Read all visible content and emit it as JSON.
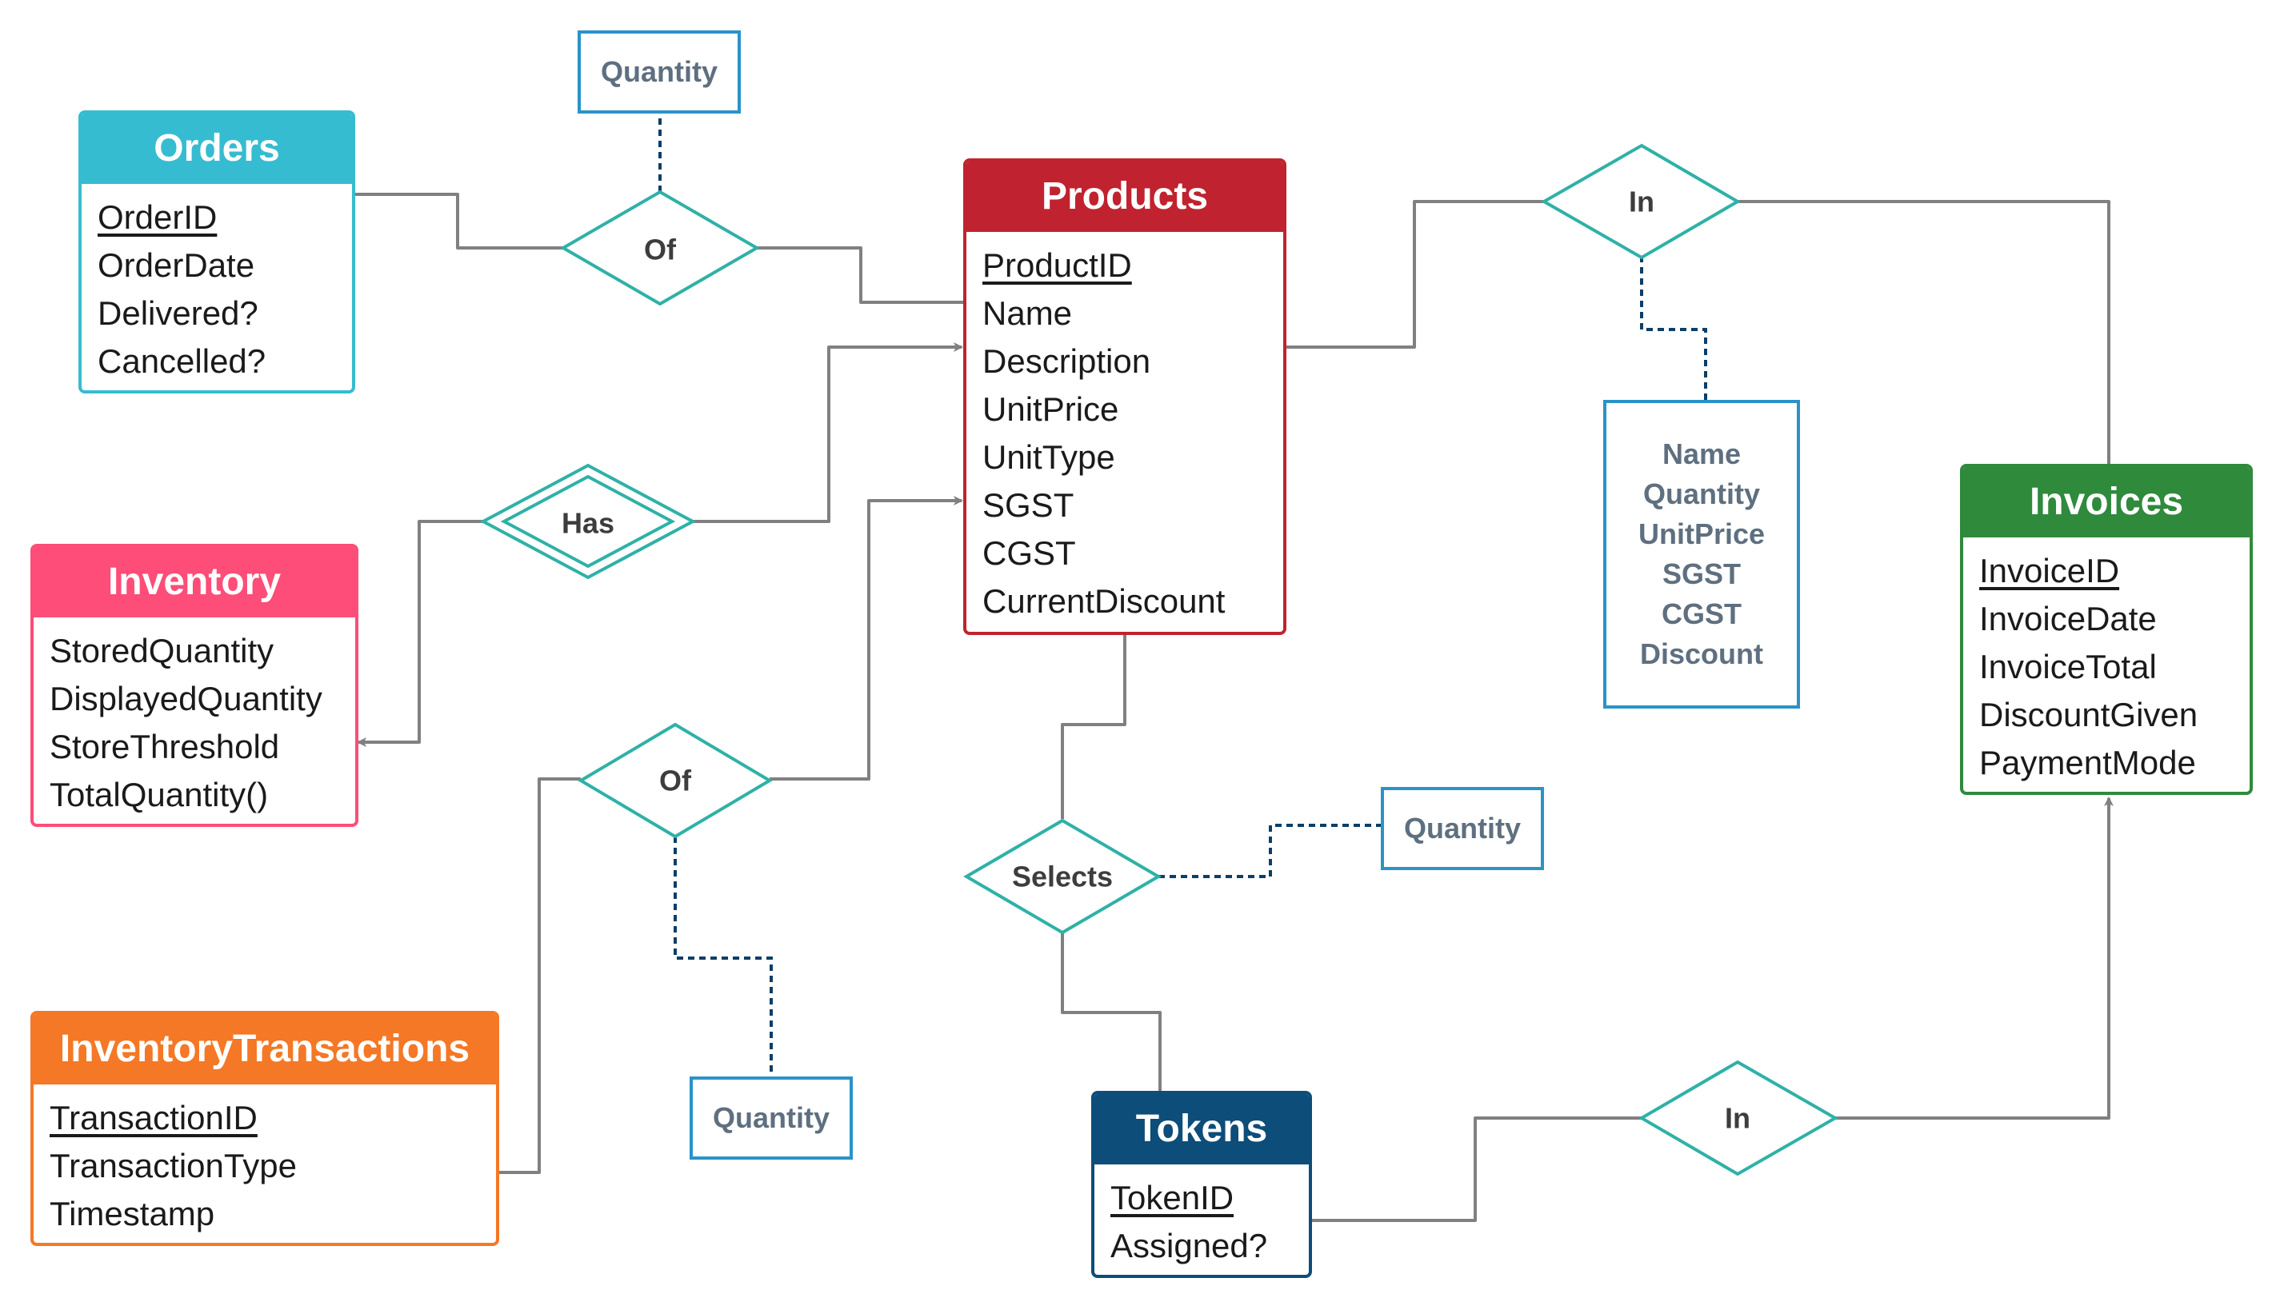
{
  "colors": {
    "orders": "#36bcd0",
    "products": "#c0232f",
    "inventory": "#fd4d78",
    "inventory_transactions": "#f47826",
    "invoices": "#2f8a3c",
    "tokens": "#0d4d79",
    "relationship": "#2fb1a7",
    "attribute_box": "#2a93c9",
    "connector": "#808080",
    "dashed_connector": "#0d3e66"
  },
  "entities": {
    "orders": {
      "title": "Orders",
      "attributes": [
        "OrderID ",
        "OrderDate",
        "Delivered?",
        "Cancelled?"
      ]
    },
    "products": {
      "title": "Products",
      "attributes": [
        "ProductID",
        "Name",
        "Description",
        "UnitPrice",
        "UnitType",
        "SGST",
        "CGST",
        "CurrentDiscount"
      ]
    },
    "inventory": {
      "title": "Inventory",
      "attributes": [
        "StoredQuantity",
        "DisplayedQuantity",
        "StoreThreshold",
        "TotalQuantity()"
      ]
    },
    "inventory_transactions": {
      "title": "InventoryTransactions",
      "attributes": [
        "TransactionID",
        "TransactionType",
        "Timestamp"
      ]
    },
    "invoices": {
      "title": "Invoices",
      "attributes": [
        "InvoiceID",
        "InvoiceDate",
        "InvoiceTotal",
        "DiscountGiven",
        "PaymentMode"
      ]
    },
    "tokens": {
      "title": "Tokens",
      "attributes": [
        "TokenID",
        "Assigned?"
      ]
    }
  },
  "relationships": {
    "orders_of": "Of",
    "has": "Has",
    "transactions_of": "Of",
    "selects": "Selects",
    "products_in": "In",
    "tokens_in": "In"
  },
  "relationship_attributes": {
    "orders_of_quantity": [
      "Quantity"
    ],
    "products_in_attrs": [
      "Name",
      "Quantity",
      "UnitPrice",
      "SGST",
      "CGST",
      "Discount"
    ],
    "selects_quantity": [
      "Quantity"
    ],
    "transactions_quantity": [
      "Quantity"
    ]
  }
}
